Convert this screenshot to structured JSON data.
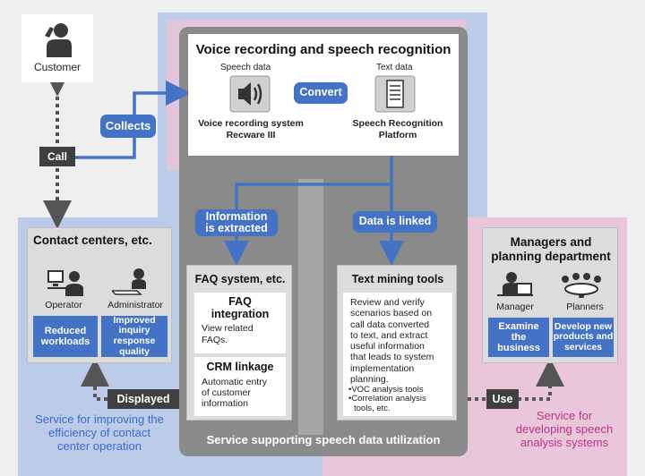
{
  "customer": {
    "label": "Customer"
  },
  "voice": {
    "title": "Voice recording and speech recognition",
    "speech_data": "Speech data",
    "text_data": "Text data",
    "convert": "Convert",
    "system_line1": "Voice recording system",
    "system_line2": "Recware III",
    "platform_line1": "Speech Recognition",
    "platform_line2": "Platform"
  },
  "flows": {
    "collects": "Collects",
    "call": "Call",
    "info_line1": "Information",
    "info_line2": "is extracted",
    "data_linked": "Data is linked",
    "displayed": "Displayed",
    "use": "Use"
  },
  "contact": {
    "title": "Contact centers, etc.",
    "operator": "Operator",
    "administrator": "Administrator",
    "benefit1_l1": "Reduced",
    "benefit1_l2": "workloads",
    "benefit2_l1": "Improved",
    "benefit2_l2": "inquiry",
    "benefit2_l3": "response",
    "benefit2_l4": "quality"
  },
  "faq": {
    "title": "FAQ system, etc.",
    "integration_l1": "FAQ",
    "integration_l2": "integration",
    "integration_desc_l1": "View related",
    "integration_desc_l2": "FAQs.",
    "crm_title": "CRM linkage",
    "crm_l1": "Automatic entry",
    "crm_l2": "of customer",
    "crm_l3": "information"
  },
  "textmining": {
    "title": "Text mining tools",
    "desc_l1": "Review and verify",
    "desc_l2": "scenarios based on",
    "desc_l3": "call data converted",
    "desc_l4": "to text, and extract",
    "desc_l5": "useful information",
    "desc_l6": "that leads to system",
    "desc_l7": "implementation",
    "desc_l8": "planning.",
    "bullet1": "•VOC analysis tools",
    "bullet2_l1": "•Correlation analysis",
    "bullet2_l2": "tools, etc."
  },
  "managers": {
    "title_l1": "Managers and",
    "title_l2": "planning department",
    "manager": "Manager",
    "planners": "Planners",
    "benefit1_l1": "Examine",
    "benefit1_l2": "the",
    "benefit1_l3": "business",
    "benefit2_l1": "Develop new",
    "benefit2_l2": "products and",
    "benefit2_l3": "services"
  },
  "notes": {
    "left_l1": "Service for improving the",
    "left_l2": "efficiency of contact",
    "left_l3": "center operation",
    "center": "Service supporting speech data utilization",
    "right_l1": "Service for",
    "right_l2": "developing speech",
    "right_l3": "analysis systems"
  },
  "colors": {
    "blue": "#4472c4",
    "region_blue": "#b8c8e6",
    "region_pink": "#e9c6d8",
    "dark": "#3f3f3f"
  }
}
